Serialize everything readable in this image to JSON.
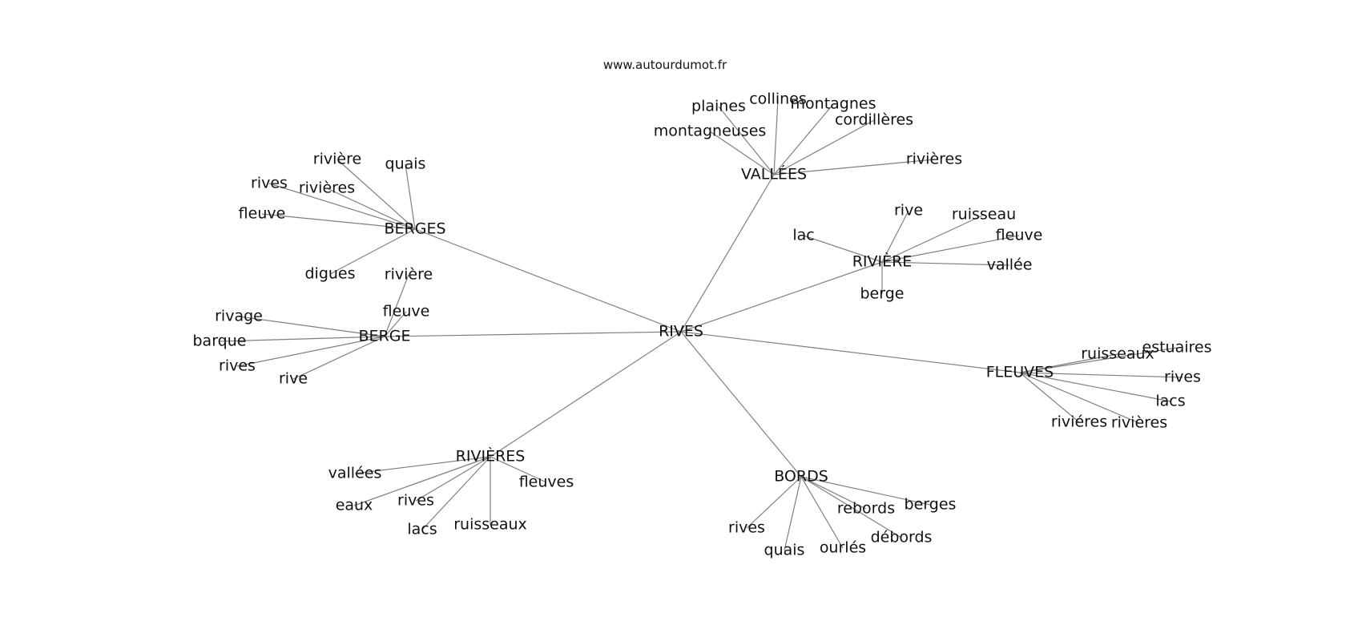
{
  "source": "www.autourdumot.fr",
  "graph": {
    "center": "RIVES",
    "branches": [
      {
        "hub": "VALLÉES",
        "leaves": [
          "plaines",
          "collines",
          "montagnes",
          "cordillères",
          "montagneuses",
          "rivières"
        ]
      },
      {
        "hub": "BERGES",
        "leaves": [
          "rivière",
          "quais",
          "rives",
          "rivières",
          "fleuve",
          "digues"
        ]
      },
      {
        "hub": "RIVIÈRE",
        "leaves": [
          "rive",
          "ruisseau",
          "lac",
          "fleuve",
          "vallée",
          "berge"
        ]
      },
      {
        "hub": "BERGE",
        "leaves": [
          "rivière",
          "fleuve",
          "rivage",
          "barque",
          "rives",
          "rive"
        ]
      },
      {
        "hub": "FLEUVES",
        "leaves": [
          "ruisseaux",
          "estuaires",
          "rives",
          "lacs",
          "riviéres",
          "rivières"
        ]
      },
      {
        "hub": "RIVIÈRES",
        "leaves": [
          "vallées",
          "fleuves",
          "eaux",
          "rives",
          "ruisseaux",
          "lacs"
        ]
      },
      {
        "hub": "BORDS",
        "leaves": [
          "rebords",
          "berges",
          "rives",
          "débords",
          "ourlés",
          "quais"
        ]
      }
    ]
  }
}
